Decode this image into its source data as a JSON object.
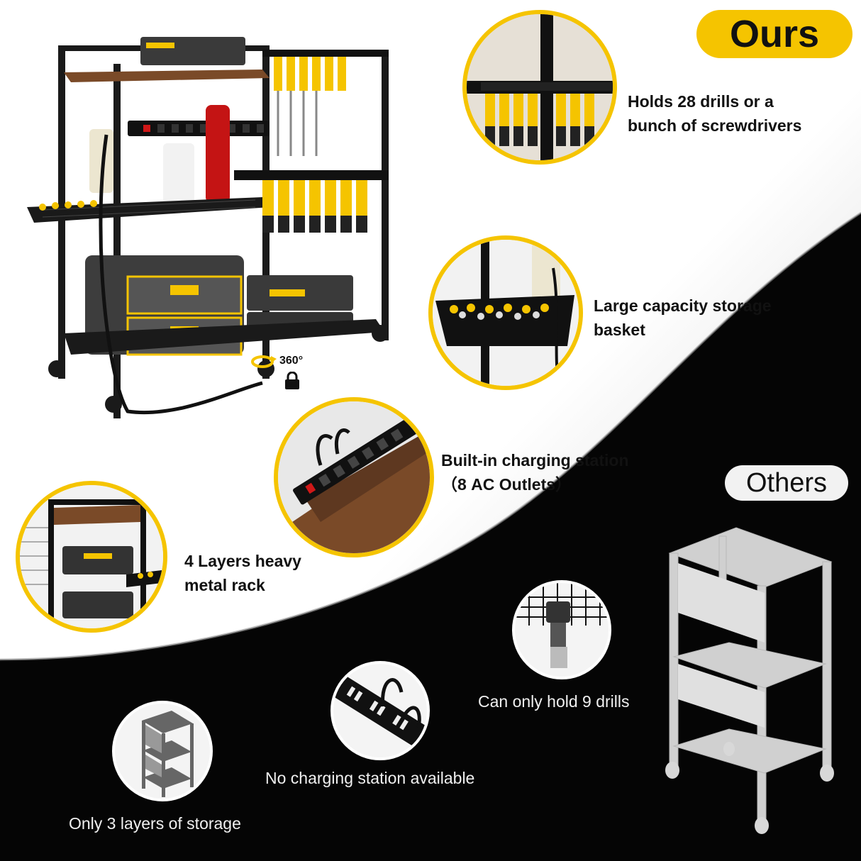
{
  "badges": {
    "ours": "Ours",
    "others": "Others"
  },
  "ours_features": [
    {
      "line1": "Holds 28 drills or a",
      "line2": "bunch of screwdrivers"
    },
    {
      "line1": "Large capacity storage",
      "line2": "basket"
    },
    {
      "line1": "Built-in charging station",
      "line2": "（8 AC Outlets）"
    },
    {
      "line1": "4 Layers heavy",
      "line2": "metal rack"
    }
  ],
  "others_features": [
    "Can only hold 9 drills",
    "No charging station available",
    "Only 3 layers of storage"
  ],
  "wheel_note": "360°",
  "icons": [
    "rotate-icon",
    "lock-icon"
  ],
  "colors": {
    "accent_yellow": "#f5c400",
    "dark_panel": "#050505",
    "rack_black": "#1a1a1a",
    "wood": "#7a4a28",
    "others_gray": "#d0d0d0"
  }
}
